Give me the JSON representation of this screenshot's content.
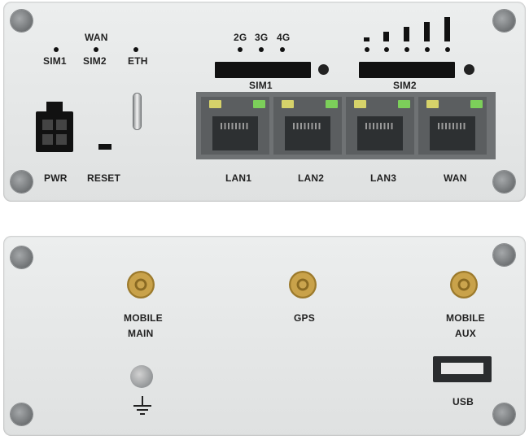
{
  "front": {
    "labels": {
      "sim1": "SIM1",
      "wan_top": "WAN",
      "sim2": "SIM2",
      "eth": "ETH",
      "net_2g": "2G",
      "net_3g": "3G",
      "net_4g": "4G",
      "sim_slot_1": "SIM1",
      "sim_slot_2": "SIM2",
      "pwr": "PWR",
      "reset": "RESET"
    },
    "ports": [
      {
        "label": "LAN1",
        "led_left": "#d6d26a",
        "led_right": "#7ccf5a"
      },
      {
        "label": "LAN2",
        "led_left": "#d6d26a",
        "led_right": "#7ccf5a"
      },
      {
        "label": "LAN3",
        "led_left": "#d6d26a",
        "led_right": "#7ccf5a"
      },
      {
        "label": "WAN",
        "led_left": "#d6d26a",
        "led_right": "#7ccf5a"
      }
    ]
  },
  "back": {
    "connectors": {
      "mobile_main_1": "MOBILE",
      "mobile_main_2": "MAIN",
      "gps": "GPS",
      "mobile_aux_1": "MOBILE",
      "mobile_aux_2": "AUX",
      "usb": "USB"
    }
  }
}
